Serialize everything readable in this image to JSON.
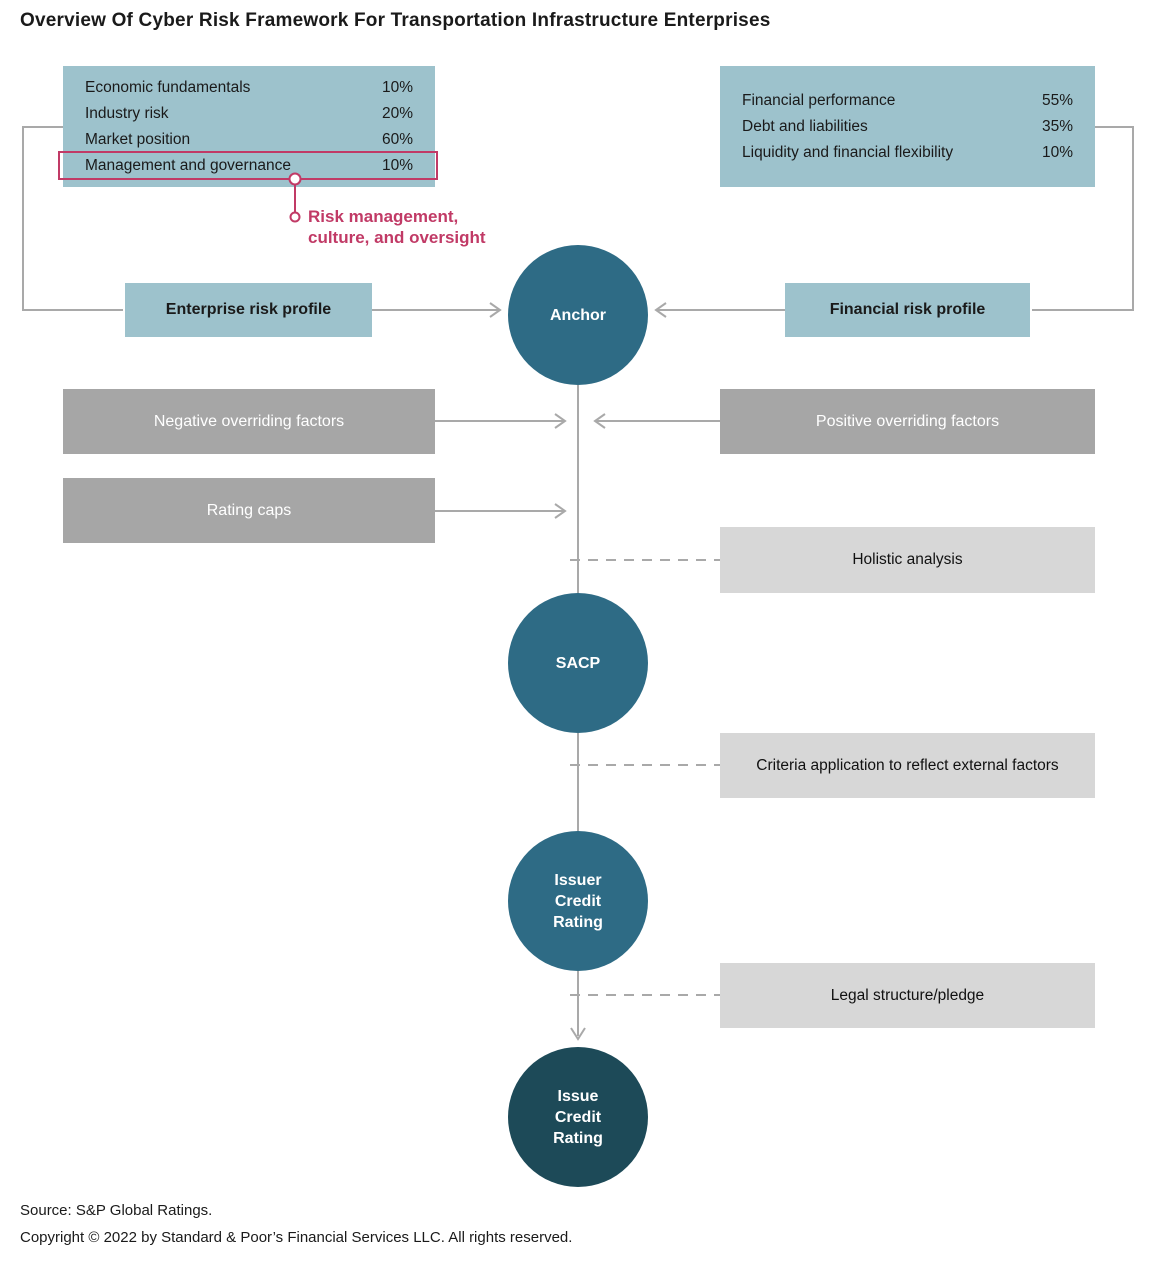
{
  "title": "Overview Of Cyber Risk Framework For Transportation Infrastructure Enterprises",
  "enterprise_factors": {
    "rows": [
      {
        "label": "Economic fundamentals",
        "value": "10%"
      },
      {
        "label": "Industry risk",
        "value": "20%"
      },
      {
        "label": "Market position",
        "value": "60%"
      },
      {
        "label": "Management and governance",
        "value": "10%"
      }
    ],
    "highlighted_row": "Management and governance"
  },
  "callout": {
    "line1": "Risk management,",
    "line2": "culture, and oversight"
  },
  "financial_factors": {
    "rows": [
      {
        "label": "Financial performance",
        "value": "55%"
      },
      {
        "label": "Debt and liabilities",
        "value": "35%"
      },
      {
        "label": "Liquidity and financial flexibility",
        "value": "10%"
      }
    ]
  },
  "profiles": {
    "enterprise": "Enterprise risk profile",
    "financial": "Financial risk profile"
  },
  "nodes": {
    "anchor": "Anchor",
    "sacp": "SACP",
    "issuer": [
      "Issuer",
      "Credit",
      "Rating"
    ],
    "issue": [
      "Issue",
      "Credit",
      "Rating"
    ]
  },
  "modifiers": {
    "negative": "Negative overriding factors",
    "positive": "Positive overriding factors",
    "rating_caps": "Rating caps"
  },
  "analysis": {
    "holistic": "Holistic analysis",
    "criteria": "Criteria application to reflect external factors",
    "legal": "Legal structure/pledge"
  },
  "footer": {
    "source": "Source: S&P Global Ratings.",
    "copyright": "Copyright © 2022 by Standard & Poor’s Financial Services LLC. All rights reserved."
  },
  "colors": {
    "light_blue": "#9dc2cc",
    "teal": "#2e6b85",
    "dark_teal": "#1d4a58",
    "mid_gray": "#a6a6a6",
    "light_gray": "#d7d7d7",
    "line_gray": "#a9a9a9",
    "accent_pink": "#c13a66"
  }
}
